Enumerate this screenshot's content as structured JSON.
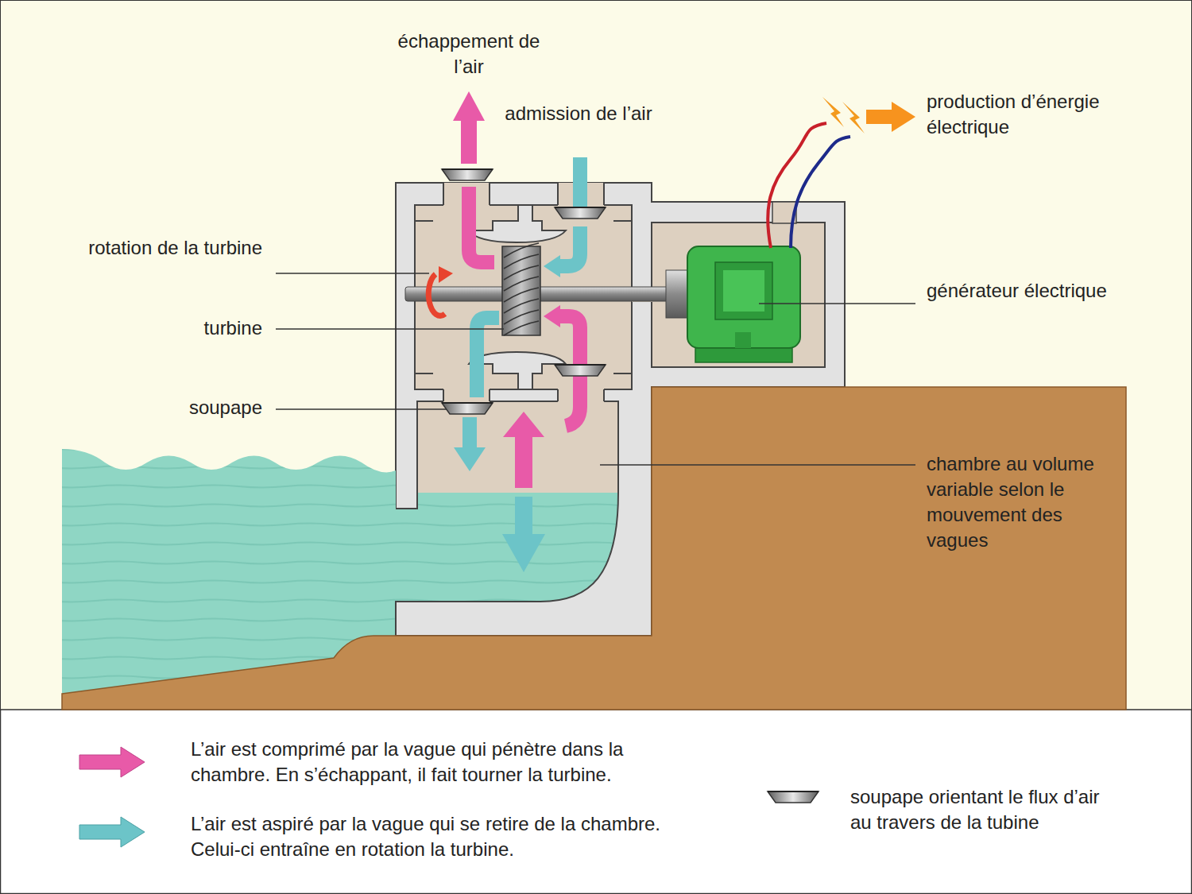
{
  "diagram": {
    "labels": [
      "échappement de l’air",
      "admission de l’air",
      "rotation de la turbine",
      "turbine",
      "soupape",
      "production d’énergie électrique",
      "générateur électrique",
      "chambre au volume variable selon le mouvement des vagues"
    ],
    "legend": [
      {
        "text": "L’air est comprimé par la vague qui pénètre dans la chambre. En s’échappant, il fait tourner la turbine."
      },
      {
        "text": "L’air est aspiré par la vague qui se retire de la chambre. Celui-ci entraîne en rotation la turbine."
      },
      {
        "text": "soupape orientant le flux d’air au travers de la tubine"
      }
    ]
  }
}
